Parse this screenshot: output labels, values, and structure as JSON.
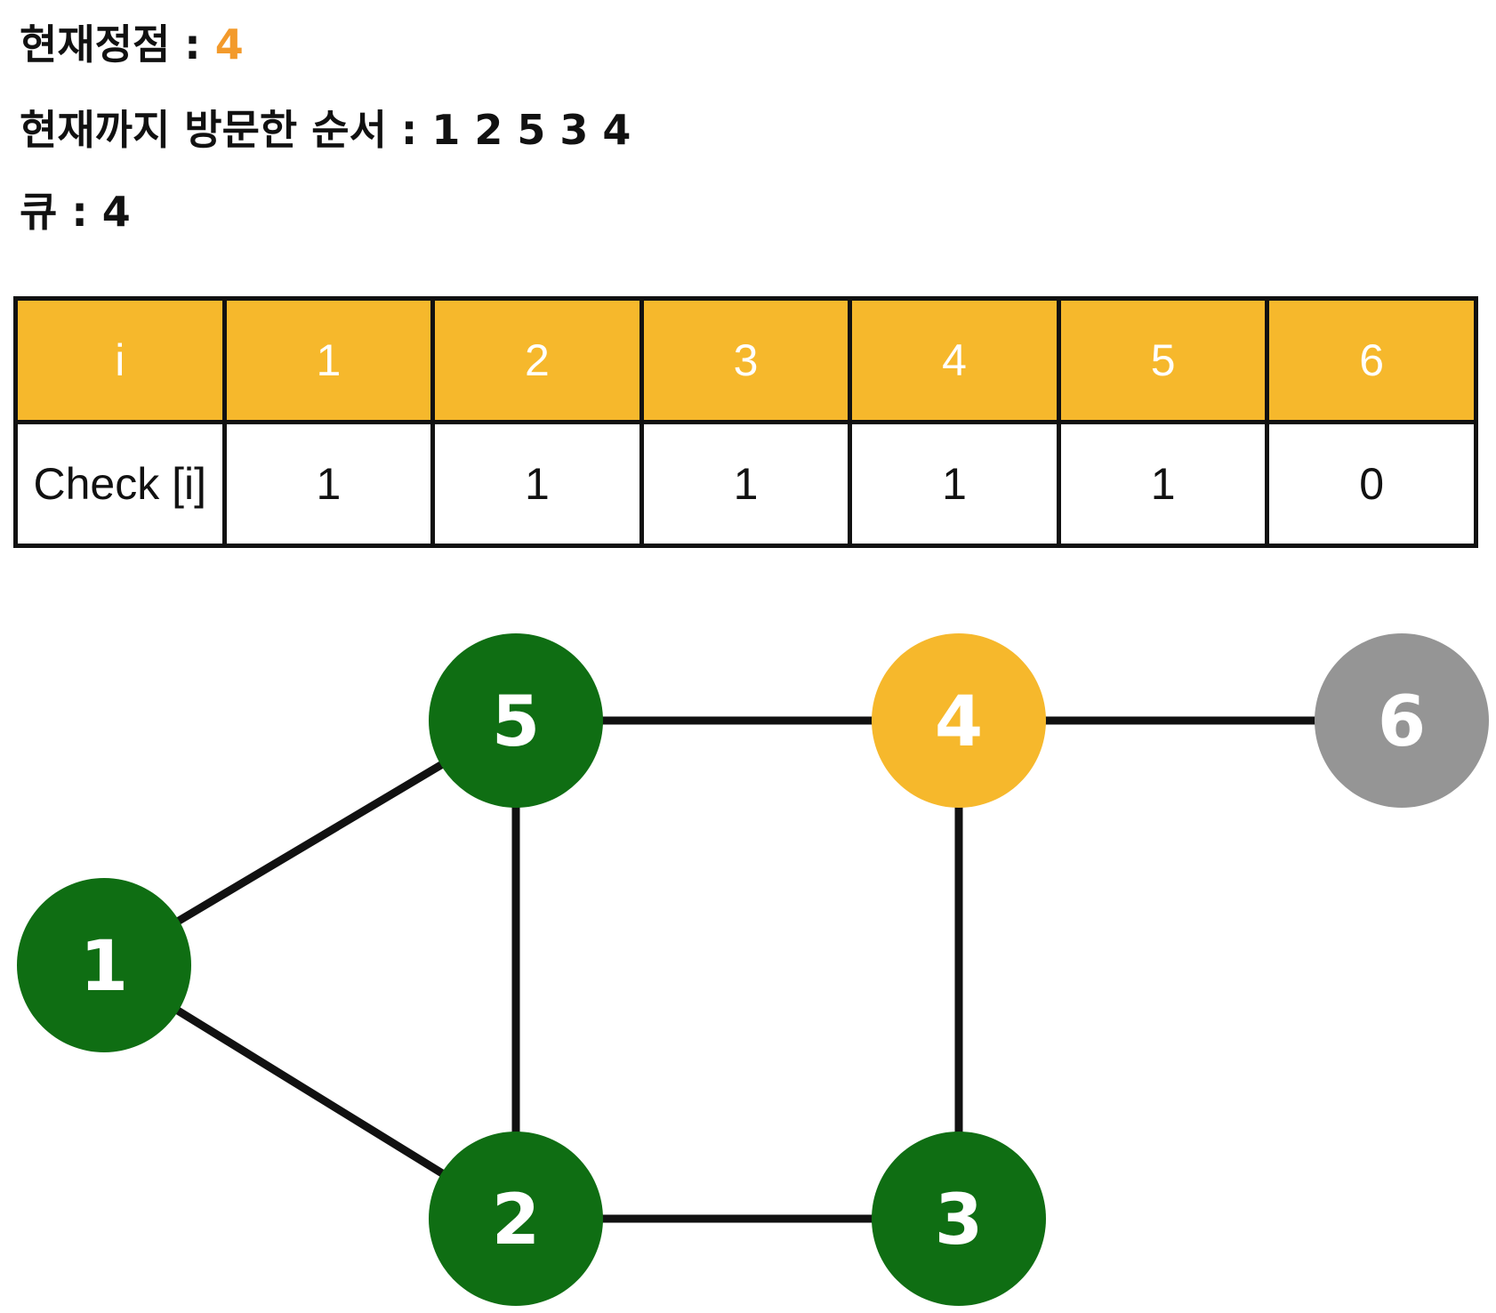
{
  "status": {
    "current_label": "현재정점 :",
    "current_value": "4",
    "order_label": "현재까지 방문한 순서 :",
    "order_value": "1 2 5 3 4",
    "queue_label": "큐 :",
    "queue_value": "4"
  },
  "table": {
    "header": [
      "i",
      "1",
      "2",
      "3",
      "4",
      "5",
      "6"
    ],
    "row": [
      "Check [i]",
      "1",
      "1",
      "1",
      "1",
      "1",
      "0"
    ]
  },
  "colors": {
    "visited": "#0F6E13",
    "current": "#F6B82C",
    "unvisited": "#959595",
    "accent": "#F39A2B",
    "header_bg": "#F6B82C"
  },
  "graph": {
    "nodes": [
      {
        "id": "1",
        "state": "visited"
      },
      {
        "id": "2",
        "state": "visited"
      },
      {
        "id": "3",
        "state": "visited"
      },
      {
        "id": "4",
        "state": "current"
      },
      {
        "id": "5",
        "state": "visited"
      },
      {
        "id": "6",
        "state": "unvisited"
      }
    ],
    "edges": [
      [
        "1",
        "5"
      ],
      [
        "1",
        "2"
      ],
      [
        "5",
        "2"
      ],
      [
        "5",
        "4"
      ],
      [
        "4",
        "6"
      ],
      [
        "4",
        "3"
      ],
      [
        "2",
        "3"
      ]
    ]
  }
}
